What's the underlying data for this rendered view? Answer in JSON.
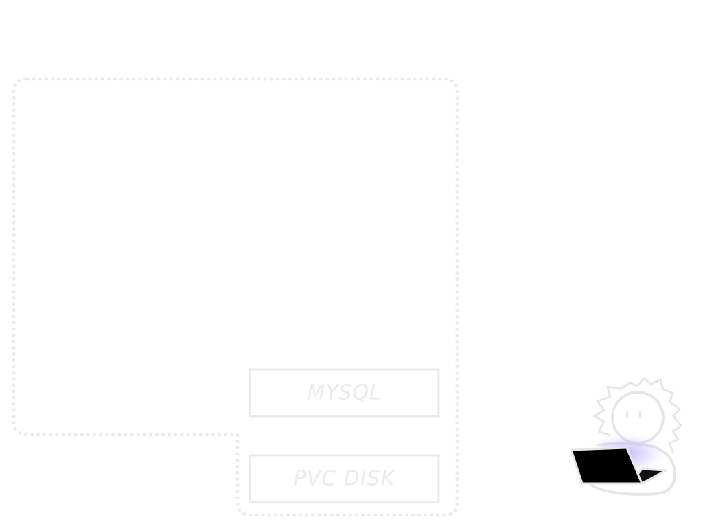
{
  "diagram": {
    "boxes": [
      {
        "id": "mysql",
        "label": "MYSQL"
      },
      {
        "id": "pvc-disk",
        "label": "PVC DISK"
      }
    ],
    "illustration": {
      "icon": "person-with-laptop-icon"
    },
    "colors": {
      "outline": "#ebebeb",
      "background": "#ffffff",
      "laptop": "#000000",
      "glow": "#8f7bff"
    }
  }
}
